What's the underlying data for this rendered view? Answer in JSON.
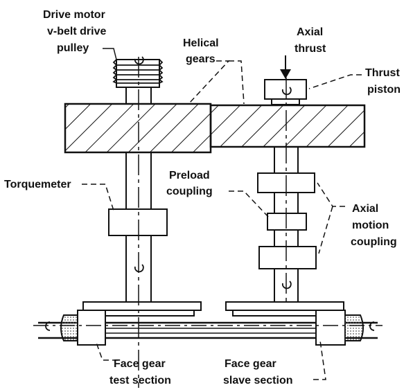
{
  "labels": {
    "drive_motor_line1": "Drive motor",
    "drive_motor_line2": "v-belt drive",
    "drive_motor_line3": "pulley",
    "helical_line1": "Helical",
    "helical_line2": "gears",
    "axial_thrust_line1": "Axial",
    "axial_thrust_line2": "thrust",
    "thrust_piston_line1": "Thrust",
    "thrust_piston_line2": "piston",
    "torquemeter": "Torquemeter",
    "preload_line1": "Preload",
    "preload_line2": "coupling",
    "axial_motion_line1": "Axial",
    "axial_motion_line2": "motion",
    "axial_motion_line3": "coupling",
    "test_section_line1": "Face gear",
    "test_section_line2": "test section",
    "slave_section_line1": "Face gear",
    "slave_section_line2": "slave section"
  },
  "colors": {
    "ink": "#111111",
    "background": "#ffffff",
    "dot_fill": "#cfcfcf"
  }
}
